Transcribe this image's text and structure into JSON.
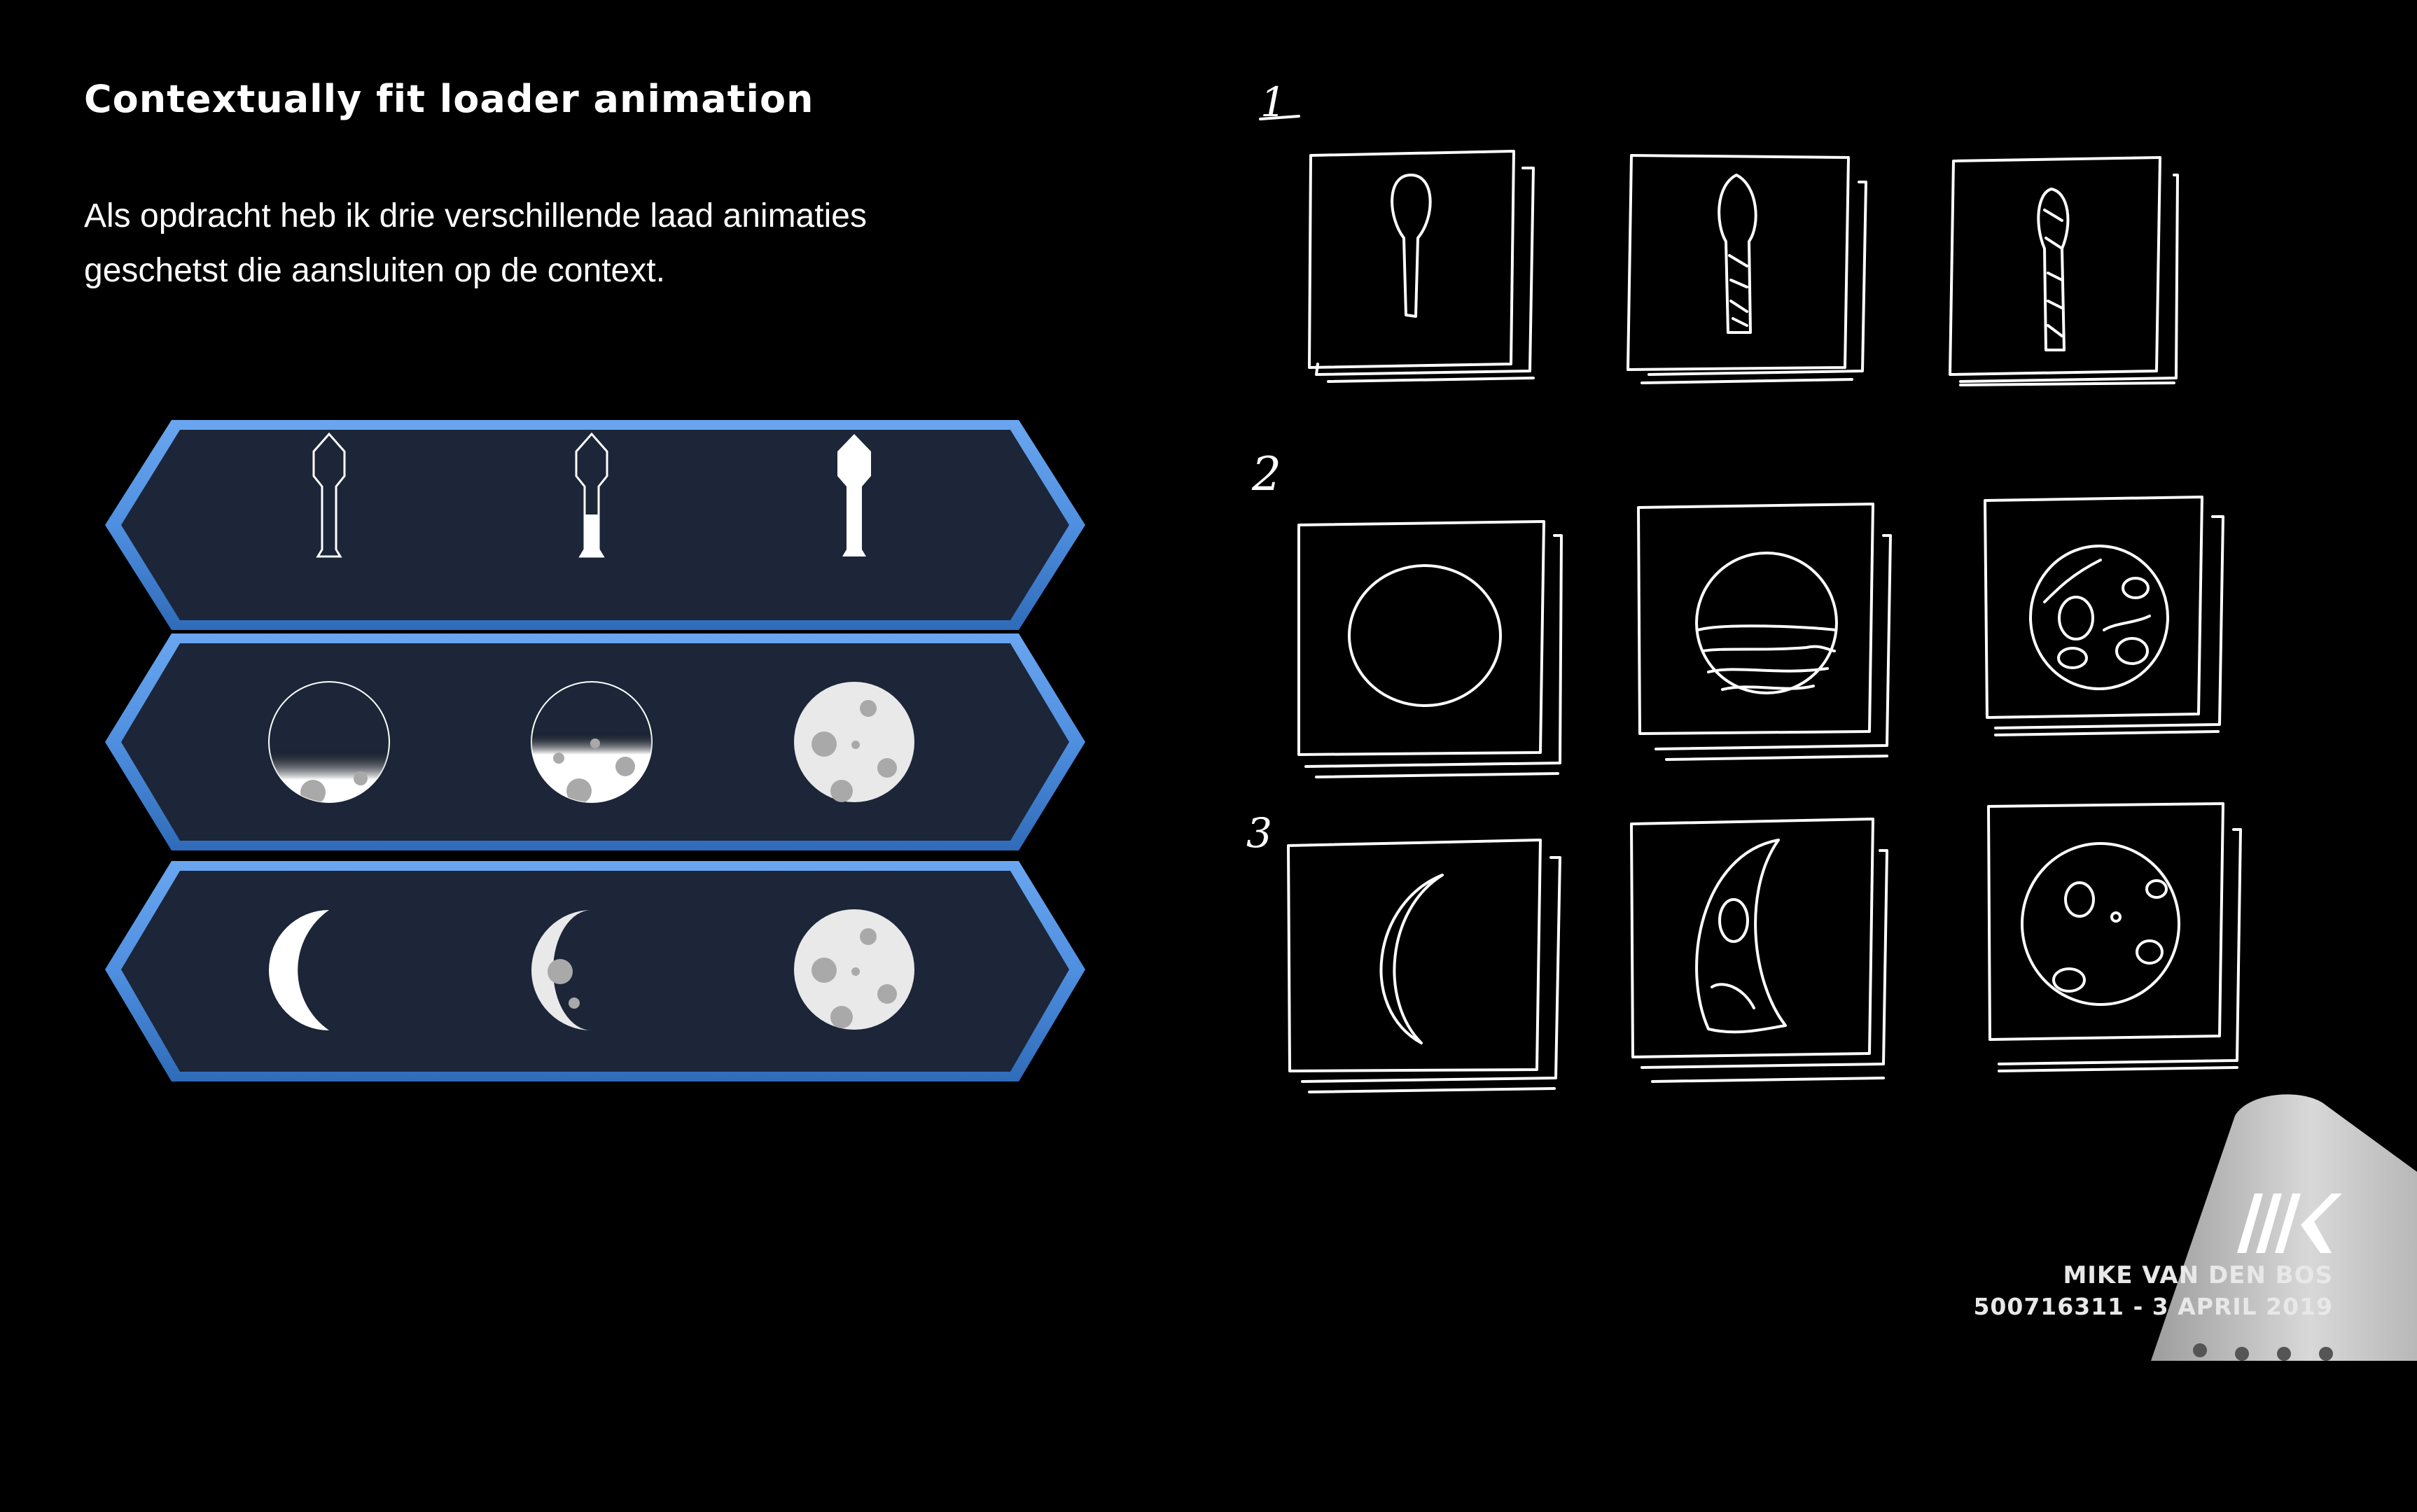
{
  "title": "Contextually fit loader animation",
  "description": {
    "line1": "Als opdracht heb ik drie verschillende laad animaties",
    "line2": "geschetst die aansluiten op de context."
  },
  "loader_rows": [
    {
      "theme": "rocket",
      "steps": [
        "rocket-outline-icon",
        "rocket-half-filled-icon",
        "rocket-filled-icon"
      ]
    },
    {
      "theme": "moon-fill",
      "steps": [
        "moon-outline-icon",
        "moon-half-filled-icon",
        "moon-full-icon"
      ]
    },
    {
      "theme": "moon-phase",
      "steps": [
        "crescent-moon-icon",
        "half-moon-icon",
        "full-moon-icon"
      ]
    }
  ],
  "sketches": {
    "labels": [
      "1",
      "2",
      "3"
    ]
  },
  "footer": {
    "author": "MIKE VAN DEN BOS",
    "id_date": "500716311 - 3 APRIL 2019",
    "logo": "mk-logo-icon"
  },
  "colors": {
    "background": "#000000",
    "panel": "#1c2638",
    "panel_border": "#4f8fe0",
    "moon": "#e9e9e9",
    "crater": "#a9a9a9"
  }
}
